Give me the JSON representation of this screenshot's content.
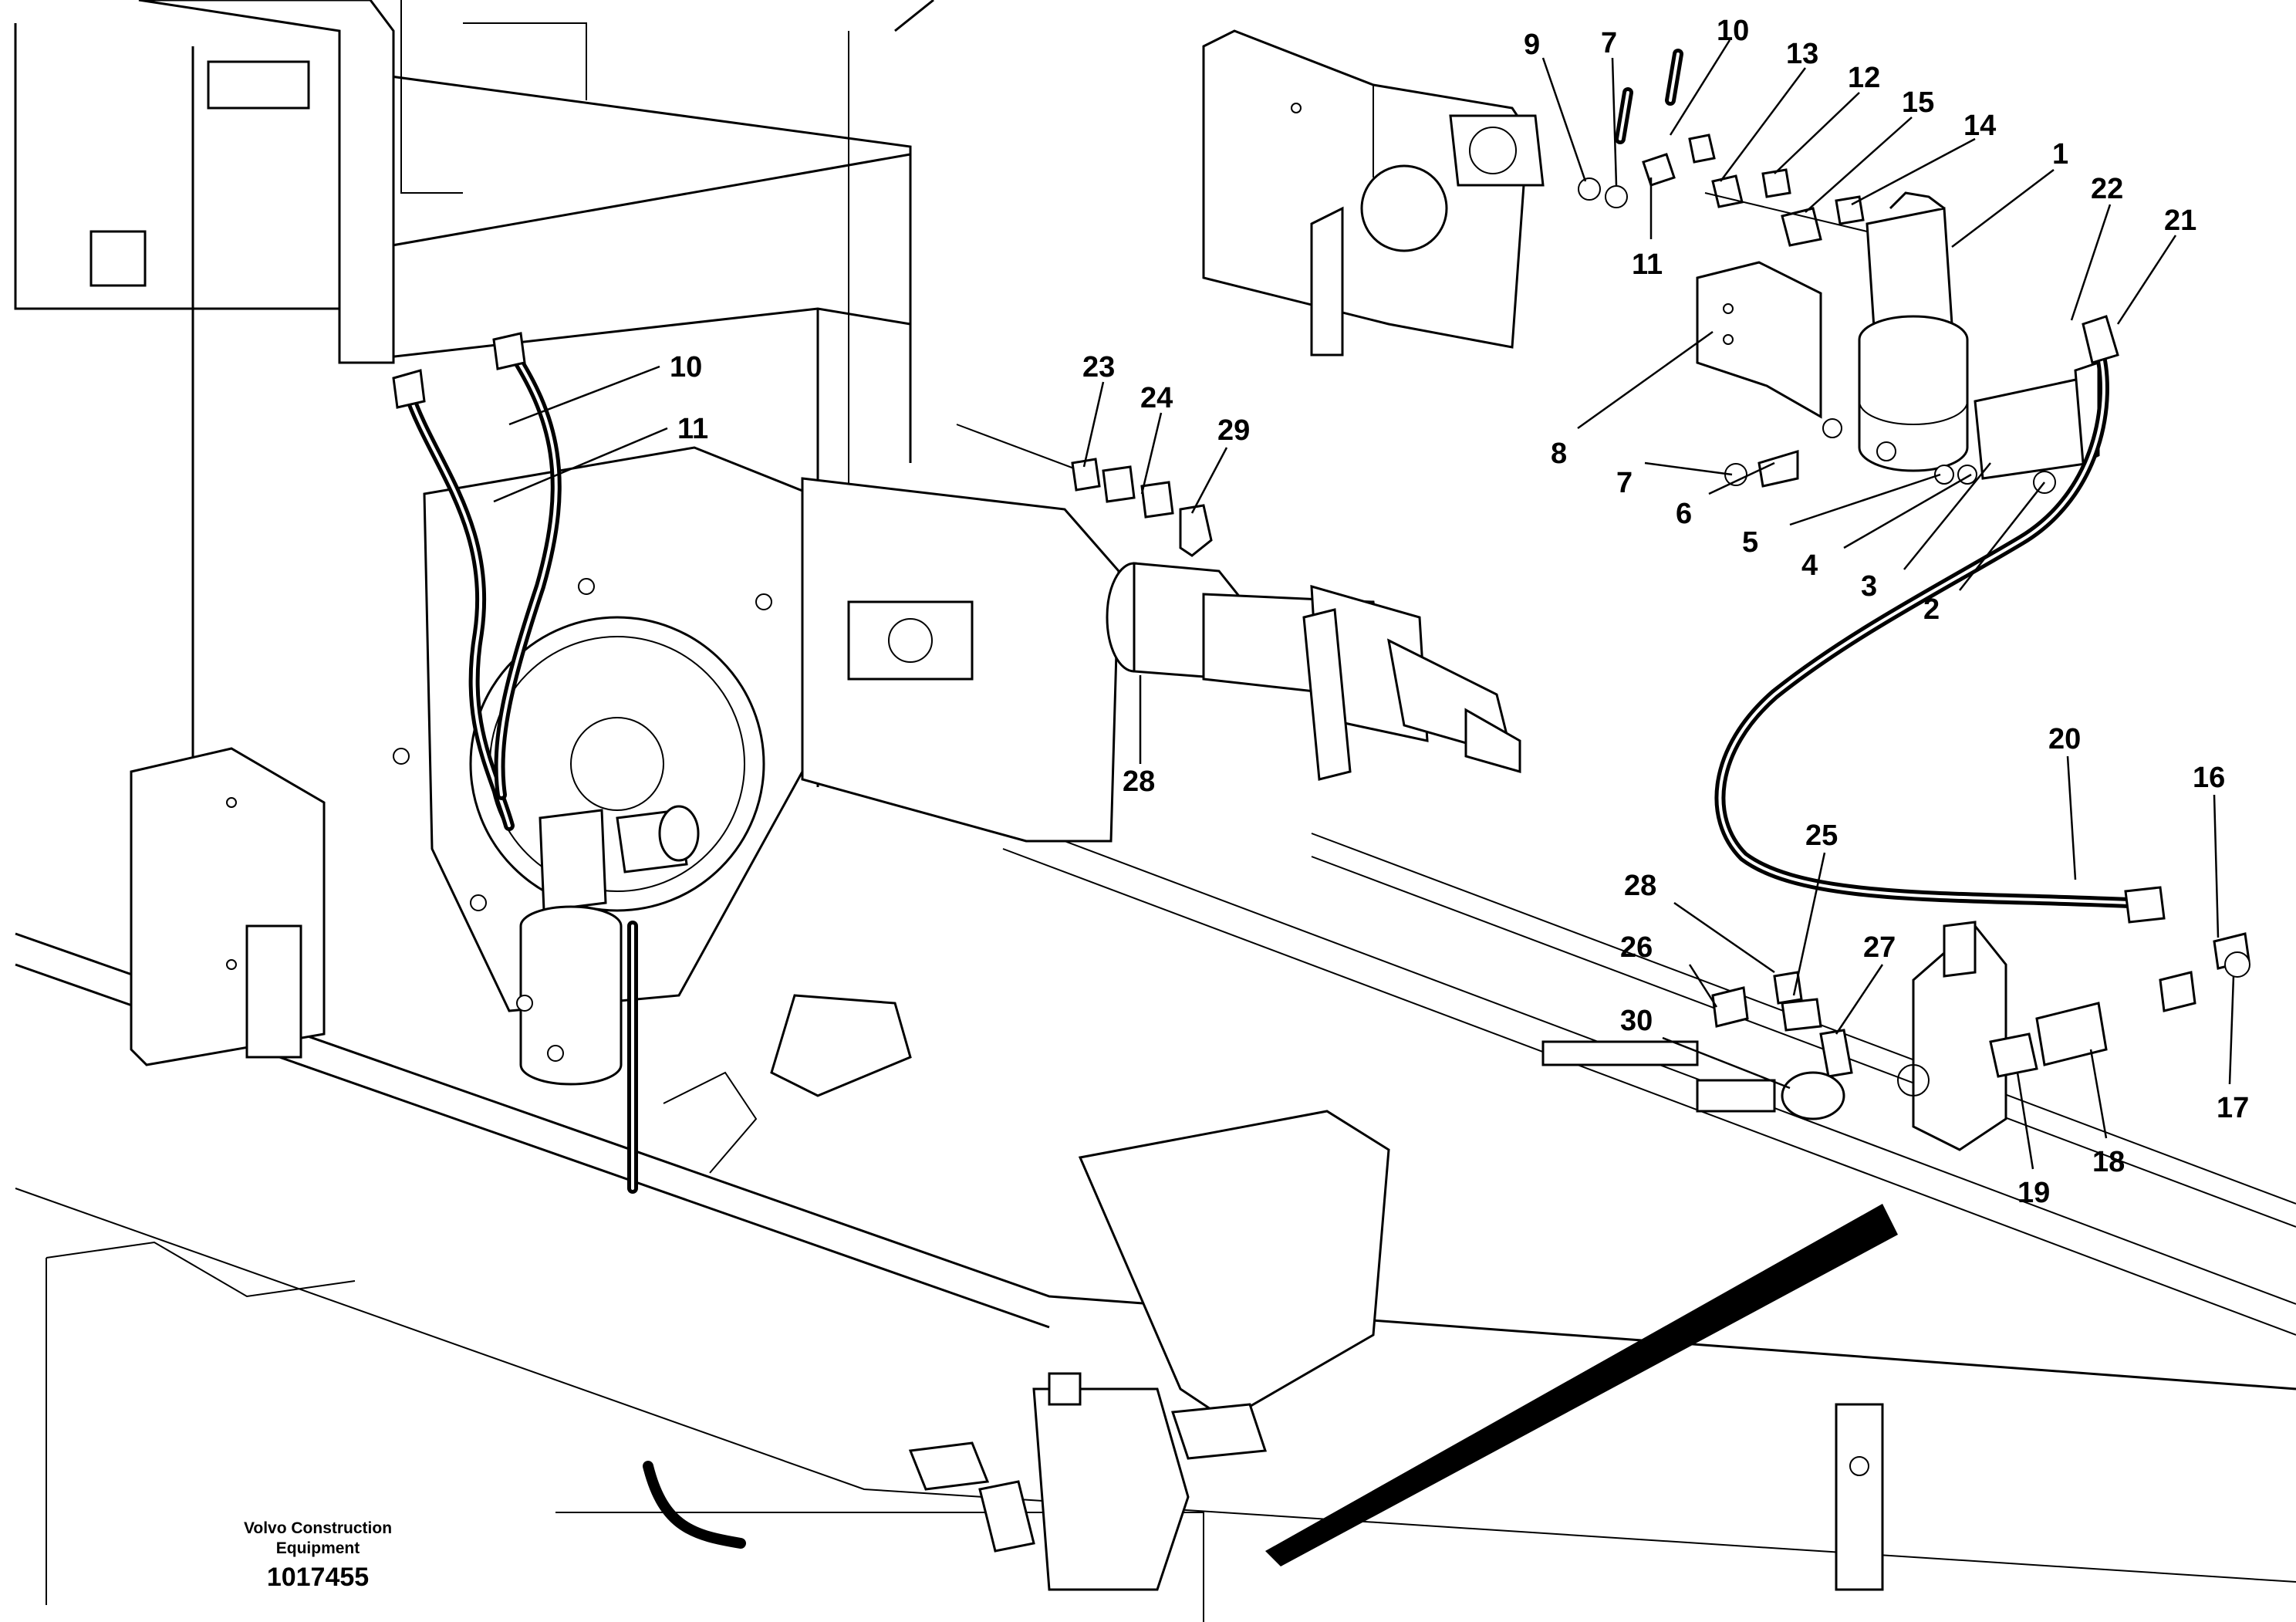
{
  "callouts": [
    {
      "id": "c9",
      "text": "9"
    },
    {
      "id": "c7a",
      "text": "7"
    },
    {
      "id": "c10a",
      "text": "10"
    },
    {
      "id": "c13",
      "text": "13"
    },
    {
      "id": "c12",
      "text": "12"
    },
    {
      "id": "c15",
      "text": "15"
    },
    {
      "id": "c14",
      "text": "14"
    },
    {
      "id": "c1",
      "text": "1"
    },
    {
      "id": "c22",
      "text": "22"
    },
    {
      "id": "c21",
      "text": "21"
    },
    {
      "id": "c11a",
      "text": "11"
    },
    {
      "id": "c8",
      "text": "8"
    },
    {
      "id": "c7b",
      "text": "7"
    },
    {
      "id": "c6",
      "text": "6"
    },
    {
      "id": "c5",
      "text": "5"
    },
    {
      "id": "c4",
      "text": "4"
    },
    {
      "id": "c3",
      "text": "3"
    },
    {
      "id": "c2",
      "text": "2"
    },
    {
      "id": "c10b",
      "text": "10"
    },
    {
      "id": "c11b",
      "text": "11"
    },
    {
      "id": "c23",
      "text": "23"
    },
    {
      "id": "c24",
      "text": "24"
    },
    {
      "id": "c29",
      "text": "29"
    },
    {
      "id": "c28a",
      "text": "28"
    },
    {
      "id": "c20",
      "text": "20"
    },
    {
      "id": "c16",
      "text": "16"
    },
    {
      "id": "c25",
      "text": "25"
    },
    {
      "id": "c28b",
      "text": "28"
    },
    {
      "id": "c26",
      "text": "26"
    },
    {
      "id": "c27",
      "text": "27"
    },
    {
      "id": "c30",
      "text": "30"
    },
    {
      "id": "c17",
      "text": "17"
    },
    {
      "id": "c18",
      "text": "18"
    },
    {
      "id": "c19",
      "text": "19"
    }
  ],
  "footer": {
    "brand_line1": "Volvo Construction",
    "brand_line2": "Equipment",
    "document_number": "1017455"
  }
}
